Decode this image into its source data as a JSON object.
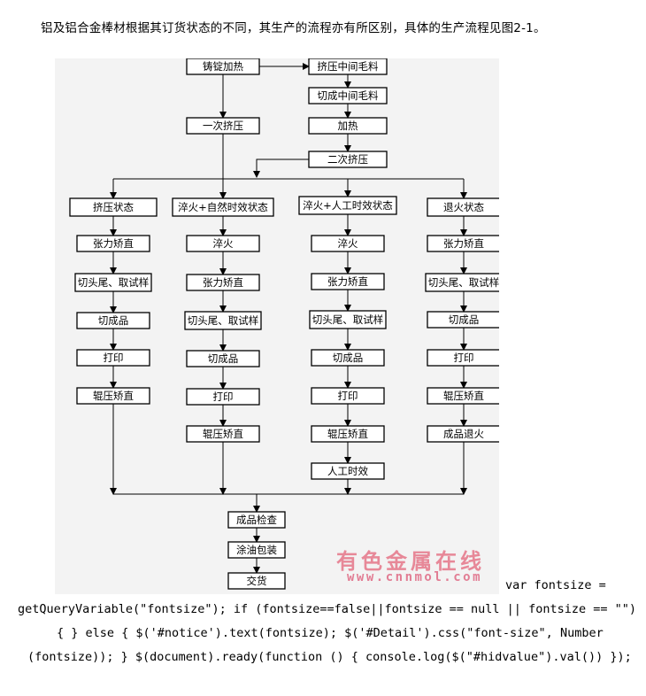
{
  "intro": "铝及铝合金棒材根据其订货状态的不同，其生产的流程亦有所区别，具体的生产流程见图2-1。",
  "flow": {
    "nodes": [
      {
        "id": "ingot-heating",
        "label": "铸锭加热"
      },
      {
        "id": "primary-extrusion",
        "label": "一次挤压"
      },
      {
        "id": "extrude-intermediate-billet",
        "label": "挤压中间毛料"
      },
      {
        "id": "cut-intermediate-billet",
        "label": "切成中间毛料"
      },
      {
        "id": "reheating",
        "label": "加热"
      },
      {
        "id": "secondary-extrusion",
        "label": "二次挤压"
      },
      {
        "id": "a-as-extruded",
        "label": "挤压状态"
      },
      {
        "id": "a-stretch-straighten",
        "label": "张力矫直"
      },
      {
        "id": "a-cut-sample",
        "label": "切头尾、取试样"
      },
      {
        "id": "a-cut-product",
        "label": "切成品"
      },
      {
        "id": "a-marking",
        "label": "打印"
      },
      {
        "id": "a-roll-straighten",
        "label": "辊压矫直"
      },
      {
        "id": "b-quench-natural-aging",
        "label": "淬火+自然时效状态"
      },
      {
        "id": "b-quenching",
        "label": "淬火"
      },
      {
        "id": "b-stretch-straighten",
        "label": "张力矫直"
      },
      {
        "id": "b-cut-sample",
        "label": "切头尾、取试样"
      },
      {
        "id": "b-cut-product",
        "label": "切成品"
      },
      {
        "id": "b-marking",
        "label": "打印"
      },
      {
        "id": "b-roll-straighten",
        "label": "辊压矫直"
      },
      {
        "id": "c-quench-artificial-aging",
        "label": "淬火+人工时效状态"
      },
      {
        "id": "c-quenching",
        "label": "淬火"
      },
      {
        "id": "c-stretch-straighten",
        "label": "张力矫直"
      },
      {
        "id": "c-cut-sample",
        "label": "切头尾、取试样"
      },
      {
        "id": "c-cut-product",
        "label": "切成品"
      },
      {
        "id": "c-marking",
        "label": "打印"
      },
      {
        "id": "c-roll-straighten",
        "label": "辊压矫直"
      },
      {
        "id": "c-artificial-aging",
        "label": "人工时效"
      },
      {
        "id": "d-annealed",
        "label": "退火状态"
      },
      {
        "id": "d-stretch-straighten",
        "label": "张力矫直"
      },
      {
        "id": "d-cut-sample",
        "label": "切头尾、取试样"
      },
      {
        "id": "d-cut-product",
        "label": "切成品"
      },
      {
        "id": "d-marking",
        "label": "打印"
      },
      {
        "id": "d-roll-straighten",
        "label": "辊压矫直"
      },
      {
        "id": "d-product-annealing",
        "label": "成品退火"
      },
      {
        "id": "product-inspection",
        "label": "成品检查"
      },
      {
        "id": "oiling-packing",
        "label": "涂油包装"
      },
      {
        "id": "delivery",
        "label": "交货"
      }
    ]
  },
  "watermark": {
    "text_cn": "有色金属在线",
    "url": "www.cnnmol.com",
    "color": "#e27d94"
  },
  "code_lines": [
    "var fontsize =",
    "getQueryVariable(\"fontsize\"); if (fontsize==false||fontsize == null || fontsize == \"\")",
    "{ } else { $('#notice').text(fontsize); $('#Detail').css(\"font-size\", Number",
    "(fontsize)); } $(document).ready(function () { console.log($(\"#hidvalue\").val()) });"
  ]
}
